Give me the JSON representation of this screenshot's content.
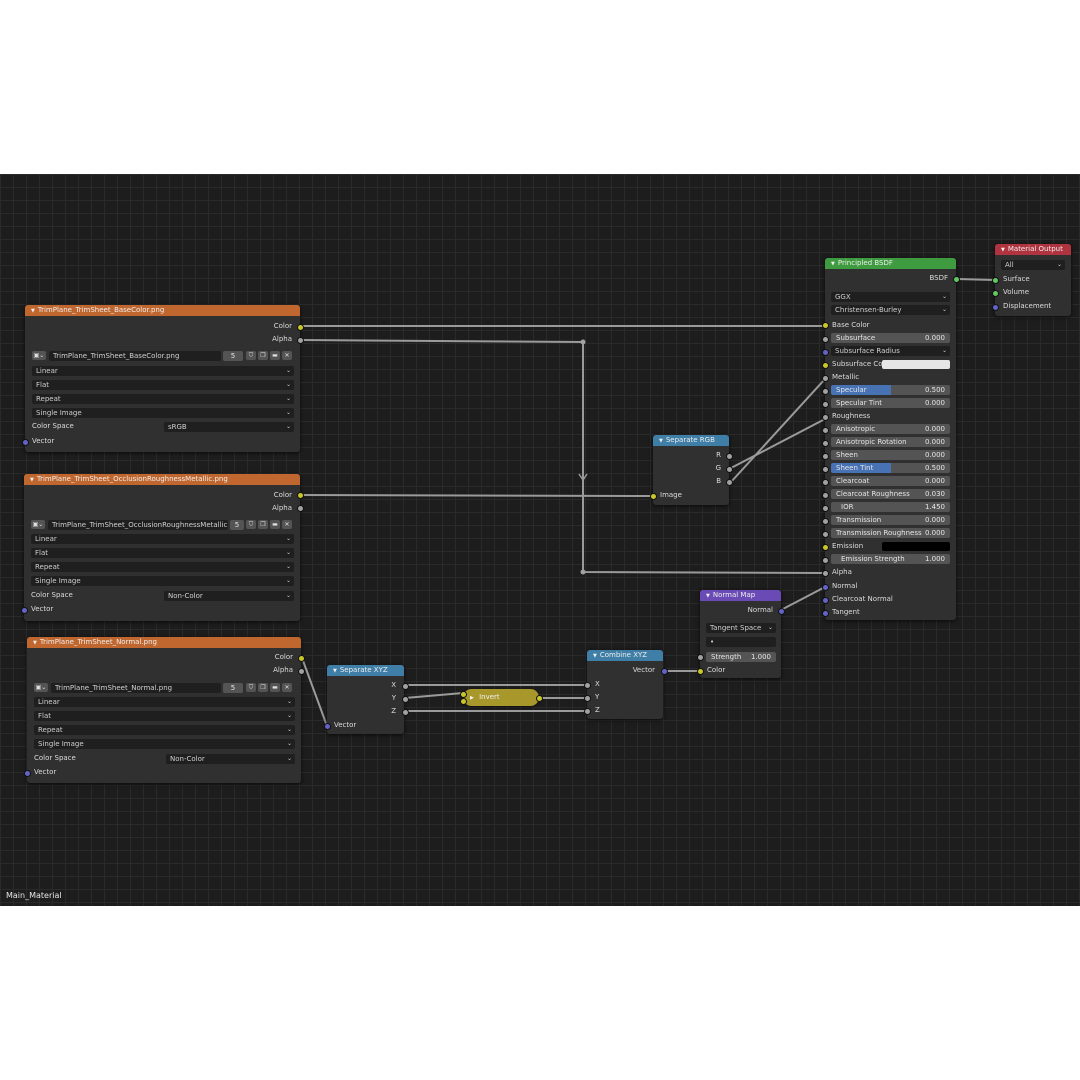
{
  "material_name": "Main_Material",
  "colors": {
    "image_header": "#c0672f",
    "converter_header": "#3f7ea6",
    "vector_header": "#6a4bb5",
    "shader_header": "#3f9b3f",
    "output_header": "#b0343f",
    "socket_color": "#c7c729",
    "socket_float": "#a1a1a1",
    "socket_vector": "#6363c7",
    "socket_shader": "#63c763",
    "slider_fill": "#4772b3"
  },
  "icons": {
    "collapse": "triangle-down-icon",
    "image": "image-icon",
    "dropdown": "chevron-down-icon",
    "fake_user": "shield-icon",
    "duplicate": "duplicate-icon",
    "open": "folder-icon",
    "unlink": "close-icon"
  },
  "image_nodes": [
    {
      "title": "TrimPlane_TrimSheet_BaseColor.png",
      "out_color": "Color",
      "out_alpha": "Alpha",
      "image_name": "TrimPlane_TrimSheet_BaseColor.png",
      "users": "5",
      "interpolation": "Linear",
      "projection": "Flat",
      "extension": "Repeat",
      "source": "Single Image",
      "colorspace_label": "Color Space",
      "colorspace": "sRGB",
      "in_vector": "Vector"
    },
    {
      "title": "TrimPlane_TrimSheet_OcclusionRoughnessMetallic.png",
      "out_color": "Color",
      "out_alpha": "Alpha",
      "image_name": "TrimPlane_TrimSheet_OcclusionRoughnessMetallic.png",
      "users": "5",
      "interpolation": "Linear",
      "projection": "Flat",
      "extension": "Repeat",
      "source": "Single Image",
      "colorspace_label": "Color Space",
      "colorspace": "Non-Color",
      "in_vector": "Vector"
    },
    {
      "title": "TrimPlane_TrimSheet_Normal.png",
      "out_color": "Color",
      "out_alpha": "Alpha",
      "image_name": "TrimPlane_TrimSheet_Normal.png",
      "users": "5",
      "interpolation": "Linear",
      "projection": "Flat",
      "extension": "Repeat",
      "source": "Single Image",
      "colorspace_label": "Color Space",
      "colorspace": "Non-Color",
      "in_vector": "Vector"
    }
  ],
  "separate_rgb": {
    "title": "Separate RGB",
    "r": "R",
    "g": "G",
    "b": "B",
    "image": "Image"
  },
  "separate_xyz": {
    "title": "Separate XYZ",
    "x": "X",
    "y": "Y",
    "z": "Z",
    "vector": "Vector"
  },
  "invert": {
    "title": "Invert"
  },
  "combine_xyz": {
    "title": "Combine XYZ",
    "vector": "Vector",
    "x": "X",
    "y": "Y",
    "z": "Z"
  },
  "normal_map": {
    "title": "Normal Map",
    "normal": "Normal",
    "space": "Tangent Space",
    "uv": "•",
    "strength_label": "Strength",
    "strength": "1.000",
    "strength_fraction": 0.1,
    "color": "Color"
  },
  "bsdf": {
    "title": "Principled BSDF",
    "out": "BSDF",
    "distribution": "GGX",
    "subsurface_method": "Christensen-Burley",
    "base_color": "Base Color",
    "subsurface": "Subsurface",
    "subsurface_value": "0.000",
    "subsurface_radius": "Subsurface Radius",
    "subsurface_color": "Subsurface Co",
    "metallic": "Metallic",
    "specular": "Specular",
    "specular_value": "0.500",
    "specular_fraction": 0.5,
    "specular_tint": "Specular Tint",
    "specular_tint_value": "0.000",
    "roughness": "Roughness",
    "anisotropic": "Anisotropic",
    "anisotropic_value": "0.000",
    "anisotropic_rotation": "Anisotropic Rotation",
    "anisotropic_rotation_value": "0.000",
    "sheen": "Sheen",
    "sheen_value": "0.000",
    "sheen_tint": "Sheen Tint",
    "sheen_tint_value": "0.500",
    "sheen_tint_fraction": 0.5,
    "clearcoat": "Clearcoat",
    "clearcoat_value": "0.000",
    "clearcoat_roughness": "Clearcoat Roughness",
    "clearcoat_roughness_value": "0.030",
    "ior": "IOR",
    "ior_value": "1.450",
    "transmission": "Transmission",
    "transmission_value": "0.000",
    "transmission_roughness": "Transmission Roughness",
    "transmission_roughness_value": "0.000",
    "emission": "Emission",
    "emission_color": "#000000",
    "subsurface_color_value": "#e6e6e6",
    "emission_strength": "Emission Strength",
    "emission_strength_value": "1.000",
    "alpha": "Alpha",
    "normal": "Normal",
    "clearcoat_normal": "Clearcoat Normal",
    "tangent": "Tangent"
  },
  "material_output": {
    "title": "Material Output",
    "target": "All",
    "surface": "Surface",
    "volume": "Volume",
    "displacement": "Displacement"
  }
}
